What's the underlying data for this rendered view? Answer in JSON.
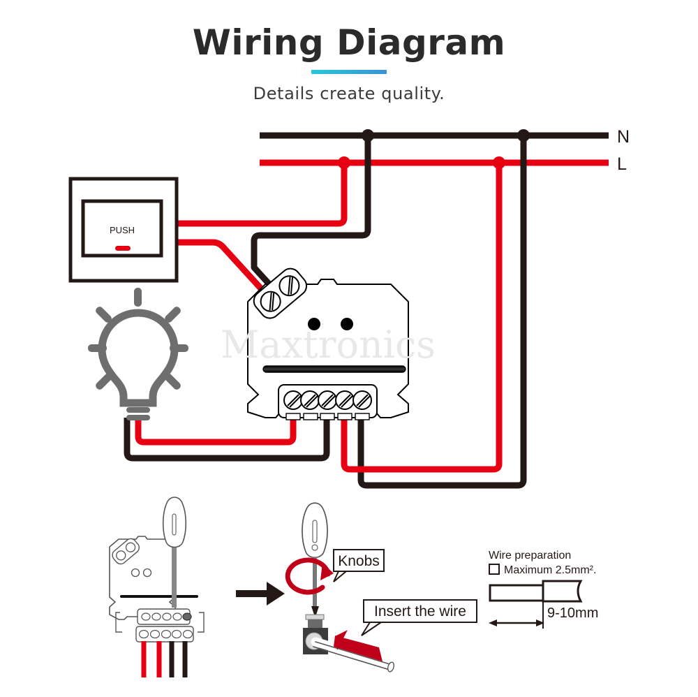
{
  "header": {
    "title": "Wiring Diagram",
    "subtitle": "Details create quality.",
    "accent_start": "#2ac5da",
    "accent_end": "#3b92d7"
  },
  "colors": {
    "live_red": "#e60012",
    "neutral_black": "#231815",
    "bulb_gray": "#6e6e6e",
    "watermark_gray": "#e8e8e8",
    "outline": "#000000"
  },
  "diagram": {
    "mains": {
      "neutral_label": "N",
      "live_label": "L"
    },
    "wall_switch": {
      "button_label": "PUSH"
    },
    "device": {
      "watermark": "Maxtronics",
      "terminal_count": 5,
      "top_terminal_count": 2,
      "led_count": 2
    },
    "lamp": {
      "name": "light-bulb"
    }
  },
  "instructions": {
    "step_arrow": "→",
    "knobs_label": "Knobs",
    "insert_label": "Insert the wire",
    "wire_prep": {
      "title": "Wire preparation",
      "max_label": "Maximum 2.5mm².",
      "strip_length": "9-10mm"
    }
  }
}
